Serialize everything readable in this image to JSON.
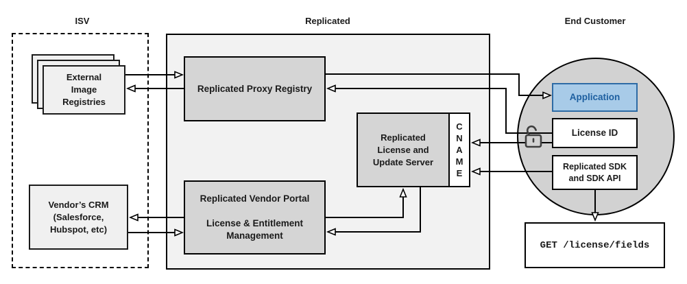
{
  "sections": {
    "isv_label": "ISV",
    "replicated_label": "Replicated",
    "end_customer_label": "End Customer"
  },
  "isv": {
    "registries": {
      "lines": [
        "External",
        "Image",
        "Registries"
      ]
    },
    "crm": {
      "lines": [
        "Vendor’s CRM",
        "(Salesforce,",
        "Hubspot, etc)"
      ]
    }
  },
  "replicated": {
    "proxy_registry": {
      "label": "Replicated Proxy Registry"
    },
    "license_update_server": {
      "lines": [
        "Replicated",
        "License and",
        "Update Server"
      ]
    },
    "cname": {
      "letters": [
        "C",
        "N",
        "A",
        "M",
        "E"
      ]
    },
    "vendor_portal": {
      "title": "Replicated Vendor Portal",
      "lines": [
        "License & Entitlement",
        "Management"
      ]
    }
  },
  "end_customer": {
    "application": {
      "label": "Application"
    },
    "license_id": {
      "label": "License ID"
    },
    "sdk": {
      "lines": [
        "Replicated SDK",
        "and SDK API"
      ]
    },
    "api_call": {
      "label": "GET /license/fields"
    },
    "icons": {
      "lock": "open-padlock"
    }
  },
  "colors": {
    "line": "#000000",
    "panel": "#f2f2f2",
    "gray_box": "#d5d5d5",
    "light_box": "#f0f0f0",
    "circle": "#d2d2d2",
    "app_fill": "#a8cbe8",
    "app_border": "#2d6ba5",
    "app_text": "#1d5fa0",
    "lock": "#3f3f3f",
    "text": "#1a1a1a"
  }
}
